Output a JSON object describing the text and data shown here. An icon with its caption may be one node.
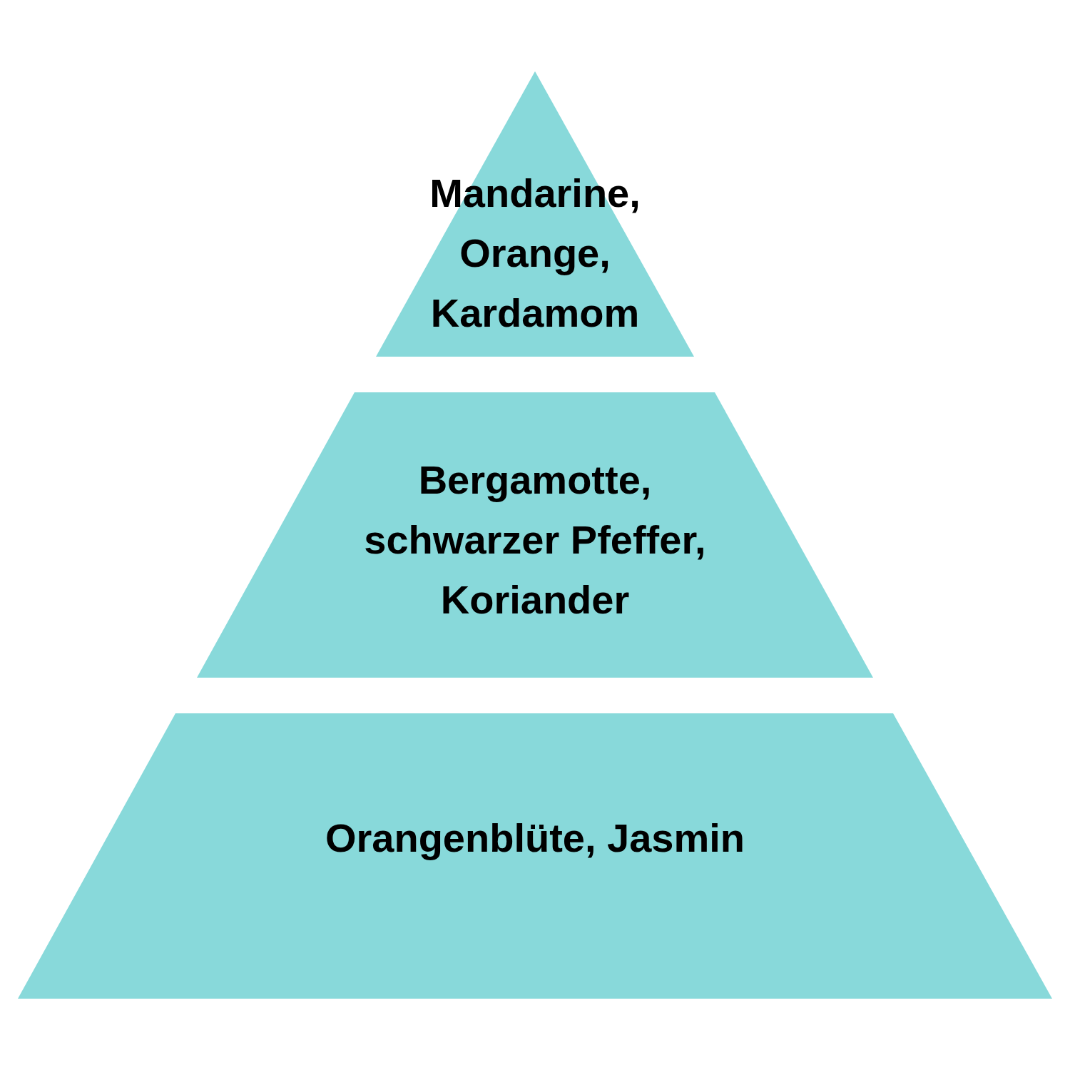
{
  "diagram": {
    "nodes": [
      {
        "text": [
          "Mandarine, Orange, Kardamom"
        ]
      },
      {
        "text": [
          "Bergamotte, schwarzer Pfeffer, Koriander"
        ]
      },
      {
        "text": [
          "Orangenblüte, Jasmin"
        ]
      }
    ]
  }
}
